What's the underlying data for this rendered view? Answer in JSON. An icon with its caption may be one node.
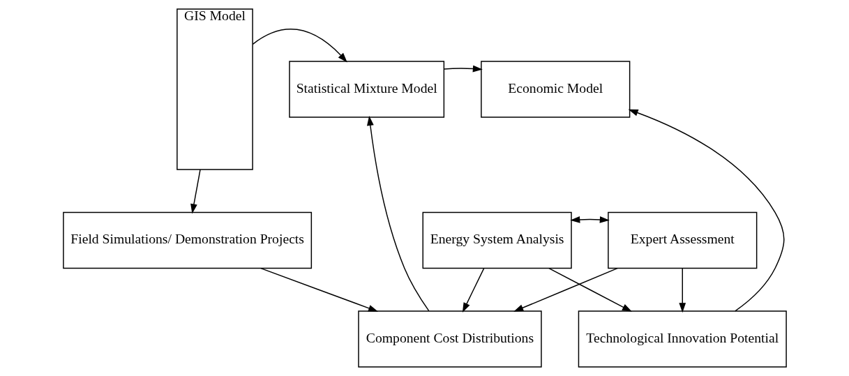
{
  "diagram": {
    "nodes": [
      {
        "text": [
          "GIS Model"
        ]
      },
      {
        "text": [
          "Statistical Mixture Model"
        ]
      },
      {
        "text": [
          "Economic Model"
        ]
      },
      {
        "text": [
          "Component Cost Distributions"
        ]
      },
      {
        "text": [
          "Technological Innovation Potential"
        ]
      },
      {
        "text": [
          "Field Simulations/ Demonstration Projects"
        ]
      },
      {
        "text": [
          "Energy System Analysis"
        ]
      },
      {
        "text": [
          "Expert Assessment"
        ]
      }
    ],
    "edges": [
      {
        "from": 0,
        "to": 1,
        "arrow": "to"
      },
      {
        "from": 1,
        "to": 2,
        "arrow": "to"
      },
      {
        "from": 3,
        "to": 1,
        "arrow": "to"
      },
      {
        "from": 4,
        "to": 2,
        "arrow": "to"
      },
      {
        "from": 0,
        "to": 5,
        "arrow": "to"
      },
      {
        "from": 5,
        "to": 3,
        "arrow": "to"
      },
      {
        "from": 6,
        "to": 3,
        "arrow": "to"
      },
      {
        "from": 7,
        "to": 3,
        "arrow": "to"
      },
      {
        "from": 6,
        "to": 4,
        "arrow": "to"
      },
      {
        "from": 7,
        "to": 4,
        "arrow": "to"
      },
      {
        "from": 6,
        "to": 7,
        "arrow": "both"
      }
    ]
  }
}
